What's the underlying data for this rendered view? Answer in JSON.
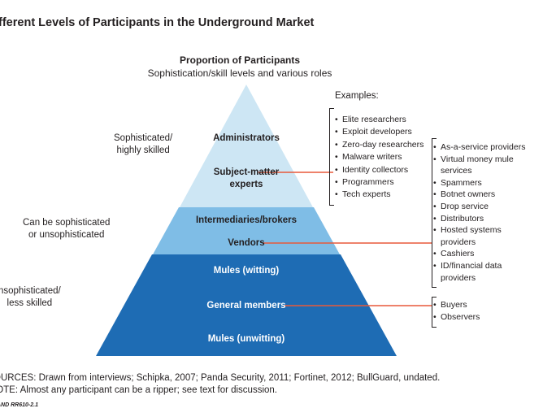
{
  "title": "ifferent Levels of Participants in the Underground Market",
  "header": {
    "line1": "Proportion of Participants",
    "line2": "Sophistication/skill levels and various roles"
  },
  "side_labels": {
    "top": [
      "Sophisticated/",
      "highly skilled"
    ],
    "middle": [
      "Can be sophisticated",
      "or unsophisticated"
    ],
    "bottom": [
      "nsophisticated/",
      "less skilled"
    ]
  },
  "tiers": {
    "top": [
      "Administrators",
      "Subject-matter",
      "experts"
    ],
    "middle": [
      "Intermediaries/brokers",
      "Vendors"
    ],
    "bottom": [
      "Mules (witting)",
      "General members",
      "Mules (unwitting)"
    ]
  },
  "examples_label": "Examples:",
  "examples": {
    "experts": [
      "Elite researchers",
      "Exploit developers",
      "Zero-day researchers",
      "Malware writers",
      "Identity collectors",
      "Programmers",
      "Tech experts"
    ],
    "vendors": [
      "As-a-service providers",
      "Virtual money mule",
      "services",
      "Spammers",
      "Botnet owners",
      "Drop service",
      "Distributors",
      "Hosted systems",
      "providers",
      "Cashiers",
      "ID/financial data",
      "providers"
    ],
    "members": [
      "Buyers",
      "Observers"
    ]
  },
  "sources": "OURCES: Drawn from interviews; Schipka, 2007; Panda Security, 2011; Fortinet, 2012; BullGuard, undated.",
  "note": "IOTE: Almost any participant can be a ripper; see text for discussion.",
  "figure_id": "AND RR610-2.1",
  "colors": {
    "tier_top": "#cde6f4",
    "tier_middle": "#7fbde6",
    "tier_bottom": "#1e6cb4",
    "connector": "#e8593a"
  }
}
